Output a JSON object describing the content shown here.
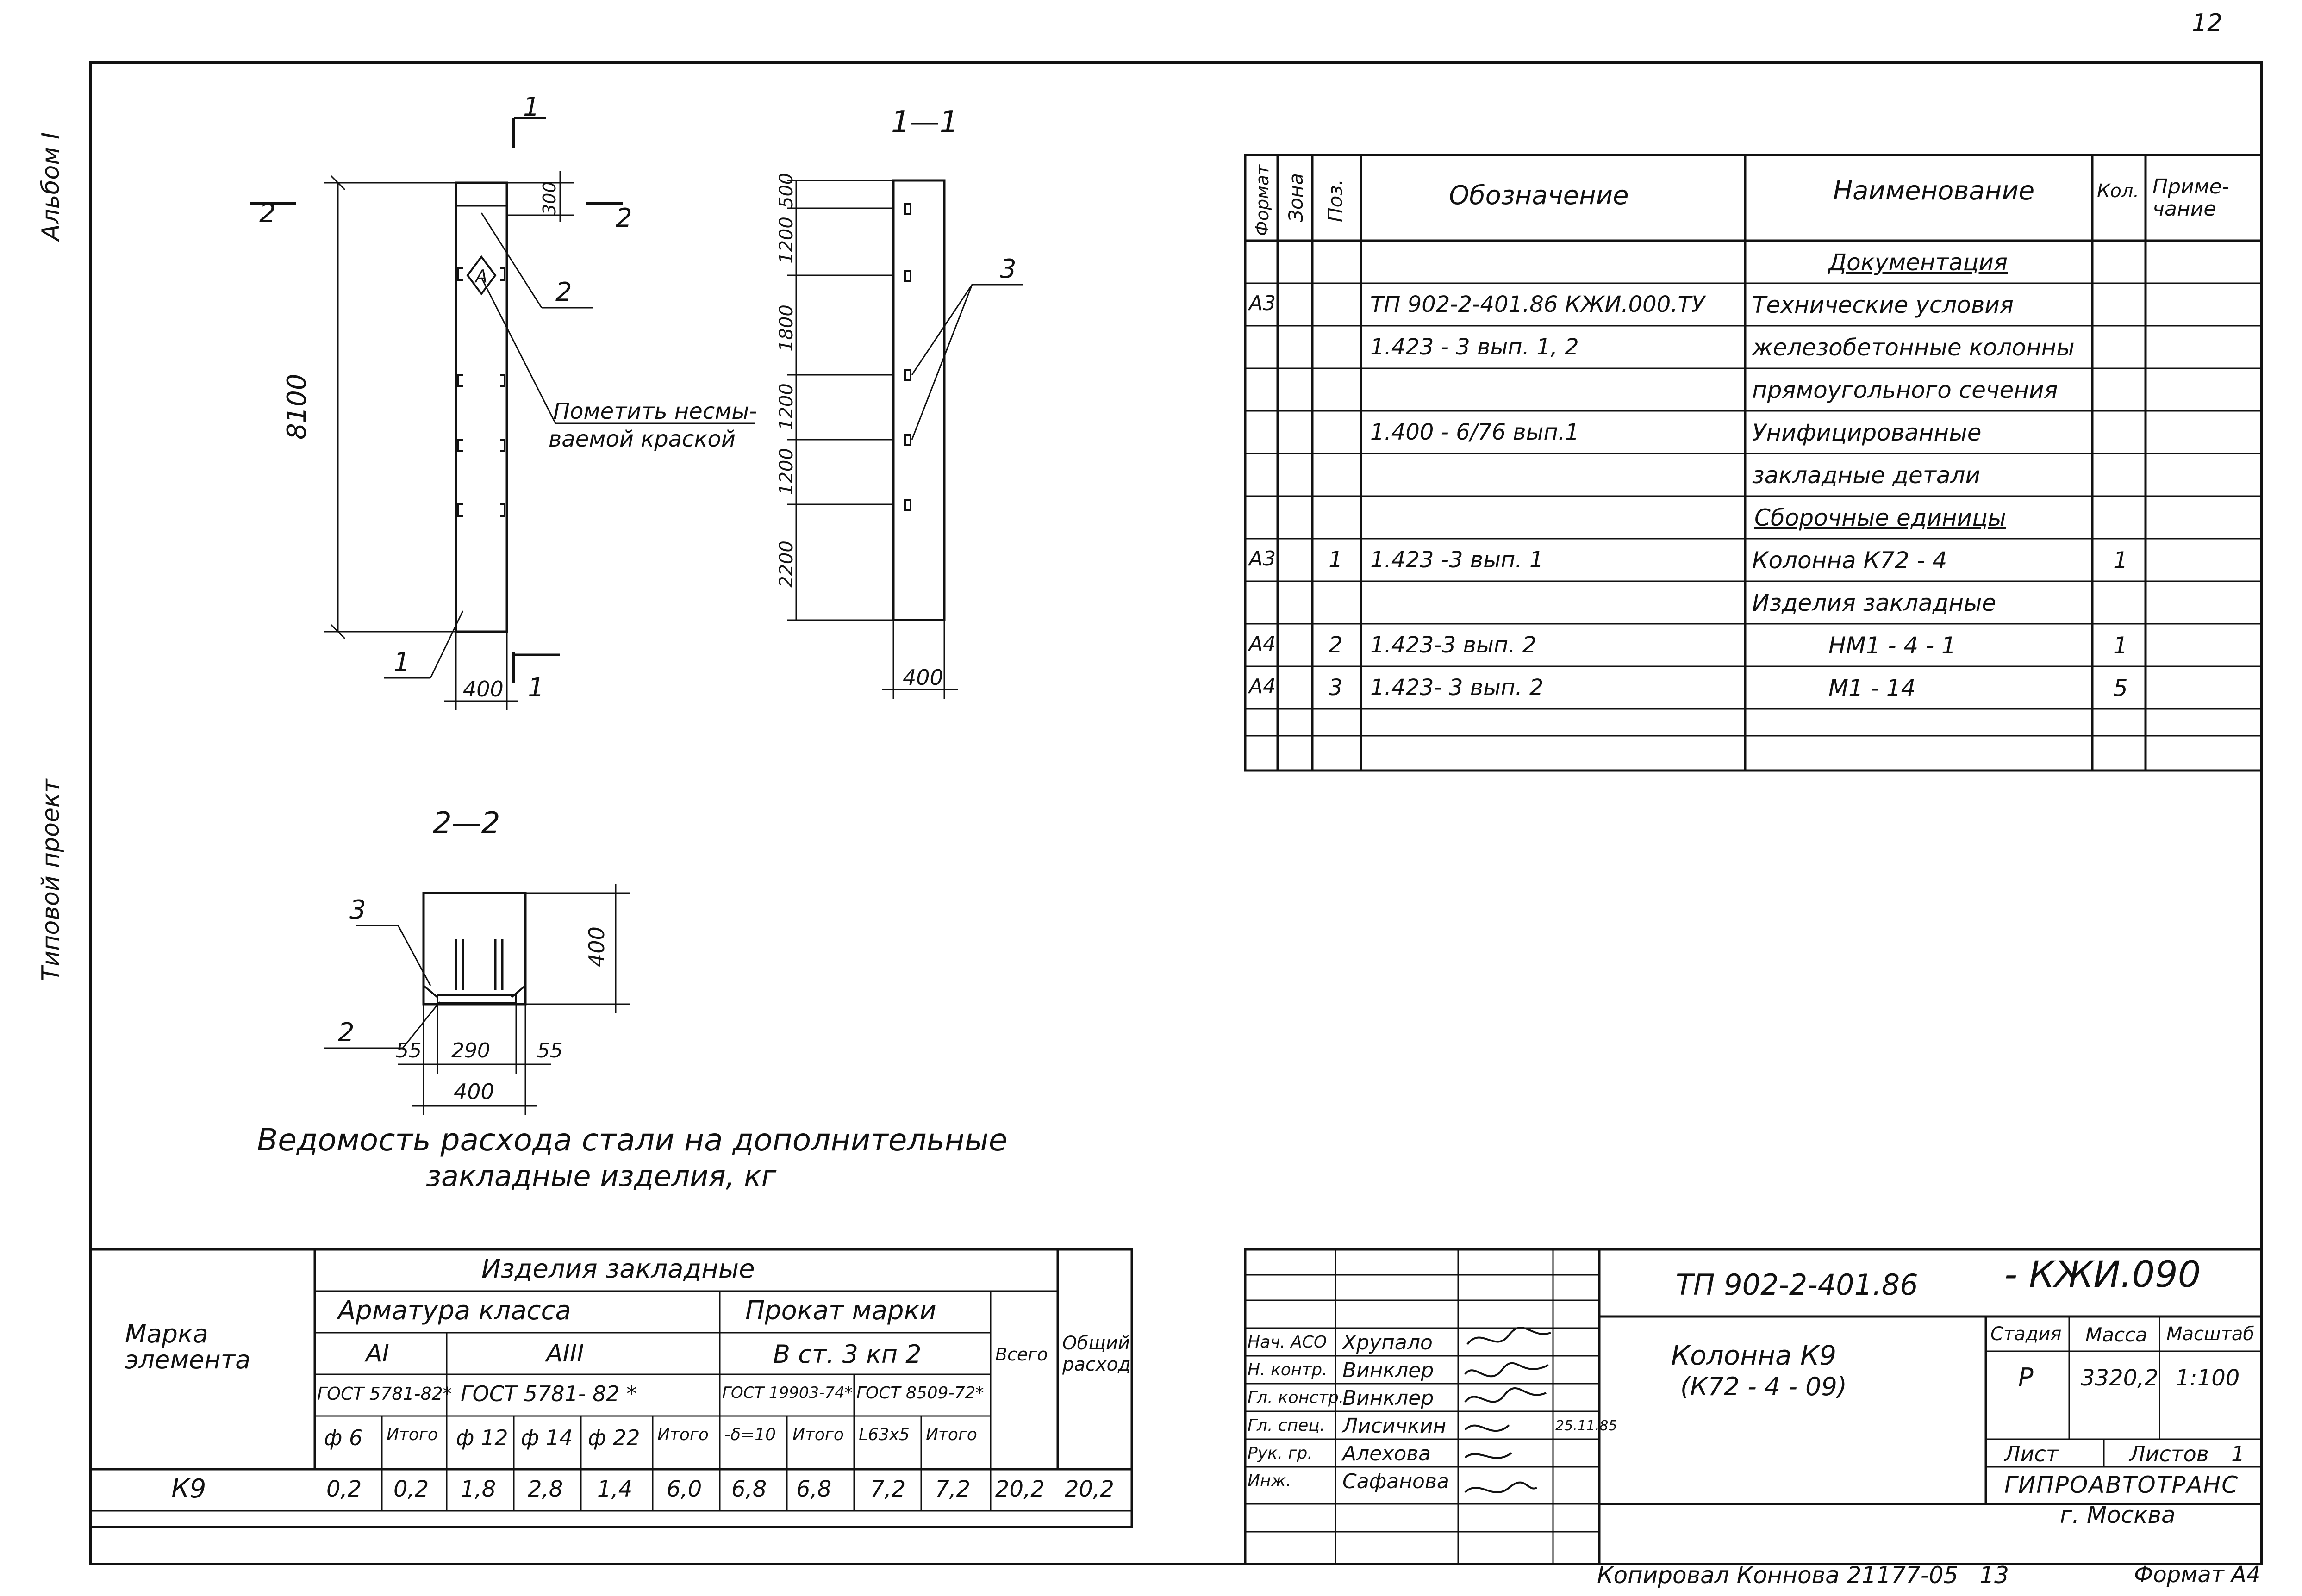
{
  "sheet": {
    "page_number": "12",
    "format_label": "Формат А4",
    "side_album": "Альбом I",
    "side_project": "Типовой проект",
    "copied_by": "Копировал",
    "copier_name": "Коннова",
    "order_number": "21177-05",
    "copy_sheet": "13"
  },
  "views": {
    "section_1_label": "1—1",
    "section_2_label": "2—2",
    "cut_mark_1": "1",
    "cut_mark_2": "2",
    "mark_symbol": "А",
    "note_mark": "Пометить несмы-",
    "note_mark_2": "ваемой краской",
    "dims_main": {
      "height": "8100",
      "width": "400",
      "top_offset": "300"
    },
    "dims_section": {
      "d1": "500",
      "d2": "1200",
      "d3": "1800",
      "d4": "1200",
      "d5": "1200",
      "d6": "2200",
      "width": "400"
    },
    "dims_cross": {
      "height": "400",
      "left": "55",
      "middle": "290",
      "right": "55",
      "total": "400"
    },
    "callouts": [
      "1",
      "2",
      "3"
    ]
  },
  "spec_table": {
    "headers": [
      "Формат",
      "Зона",
      "Поз.",
      "Обозначение",
      "Наименование",
      "Кол.",
      "Приме-\nчание"
    ],
    "rows": [
      {
        "format": "",
        "zone": "",
        "pos": "",
        "designation": "",
        "name": "Документация",
        "qty": "",
        "note": "",
        "underline": true
      },
      {
        "format": "А3",
        "zone": "",
        "pos": "",
        "designation": "ТП 902-2-401.86    КЖИ.000.ТУ",
        "name": "Технические условия",
        "qty": "",
        "note": ""
      },
      {
        "format": "",
        "zone": "",
        "pos": "",
        "designation": "1.423 - 3   вып. 1, 2",
        "name": "железобетонные колонны",
        "qty": "",
        "note": ""
      },
      {
        "format": "",
        "zone": "",
        "pos": "",
        "designation": "",
        "name": "прямоугольного сечения",
        "qty": "",
        "note": ""
      },
      {
        "format": "",
        "zone": "",
        "pos": "",
        "designation": "1.400 - 6/76   вып.1",
        "name": "Унифицированные",
        "qty": "",
        "note": ""
      },
      {
        "format": "",
        "zone": "",
        "pos": "",
        "designation": "",
        "name": "закладные   детали",
        "qty": "",
        "note": ""
      },
      {
        "format": "",
        "zone": "",
        "pos": "",
        "designation": "",
        "name": "Сборочные единицы",
        "qty": "",
        "note": "",
        "underline": true
      },
      {
        "format": "А3",
        "zone": "",
        "pos": "1",
        "designation": "1.423 -3   вып. 1",
        "name": "Колонна    К72 - 4",
        "qty": "1",
        "note": ""
      },
      {
        "format": "",
        "zone": "",
        "pos": "",
        "designation": "",
        "name": "Изделия  закладные",
        "qty": "",
        "note": ""
      },
      {
        "format": "А4",
        "zone": "",
        "pos": "2",
        "designation": "1.423-3  вып. 2",
        "name": "НМ1 - 4 - 1",
        "qty": "1",
        "note": ""
      },
      {
        "format": "А4",
        "zone": "",
        "pos": "3",
        "designation": "1.423- 3  вып. 2",
        "name": "М1 - 14",
        "qty": "5",
        "note": ""
      },
      {
        "format": "",
        "zone": "",
        "pos": "",
        "designation": "",
        "name": "",
        "qty": "",
        "note": ""
      }
    ]
  },
  "steel_table": {
    "title_1": "Ведомость  расхода  стали  на  дополнительные",
    "title_2": "закладные  изделия,  кг",
    "h_element": "Марка\nэлемента",
    "h_items": "Изделия  закладные",
    "h_rebar": "Арматура    класса",
    "h_rolled": "Прокат   марки",
    "h_total": "Всего",
    "h_overall": "Общий\nрасход",
    "h_AI": "АI",
    "h_AIII": "АIII",
    "h_steel": "В ст. 3 кп 2",
    "h_gost1": "ГОСТ 5781-82*",
    "h_gost2": "ГОСТ 5781- 82 *",
    "h_gost3": "ГОСТ 19903-74*",
    "h_gost4": "ГОСТ 8509-72*",
    "sub": [
      "ф 6",
      "Итого",
      "ф 12",
      "ф 14",
      "ф 22",
      "Итого",
      "-δ=10",
      "Итого",
      "L63x5",
      "Итого"
    ],
    "row": {
      "element": "К9",
      "values": [
        "0,2",
        "0,2",
        "1,8",
        "2,8",
        "1,4",
        "6,0",
        "6,8",
        "6,8",
        "7,2",
        "7,2",
        "20,2"
      ],
      "overall": "20,2"
    }
  },
  "title_block": {
    "code": "ТП 902-2-401.86",
    "code_suffix": "- КЖИ.090",
    "name_1": "Колонна  К9",
    "name_2": "(К72 - 4 - 09)",
    "stage_h": "Стадия",
    "mass_h": "Масса",
    "scale_h": "Масштаб",
    "stage": "Р",
    "mass": "3320,2",
    "scale": "1:100",
    "sheet_h": "Лист",
    "sheets_h": "Листов",
    "sheets": "1",
    "org_1": "ГИПРОАВТОТРАНС",
    "org_2": "г. Москва",
    "staff": [
      {
        "role": "Нач. АСО",
        "name": "Хрупало",
        "date": ""
      },
      {
        "role": "Н. контр.",
        "name": "Винклер",
        "date": ""
      },
      {
        "role": "Гл. констр.",
        "name": "Винклер",
        "date": ""
      },
      {
        "role": "Гл. спец.",
        "name": "Лисичкин",
        "date": "25.11.85"
      },
      {
        "role": "Рук. гр.",
        "name": "Алехова",
        "date": ""
      },
      {
        "role": "Инж.",
        "name": "Сафанова",
        "date": ""
      }
    ]
  }
}
